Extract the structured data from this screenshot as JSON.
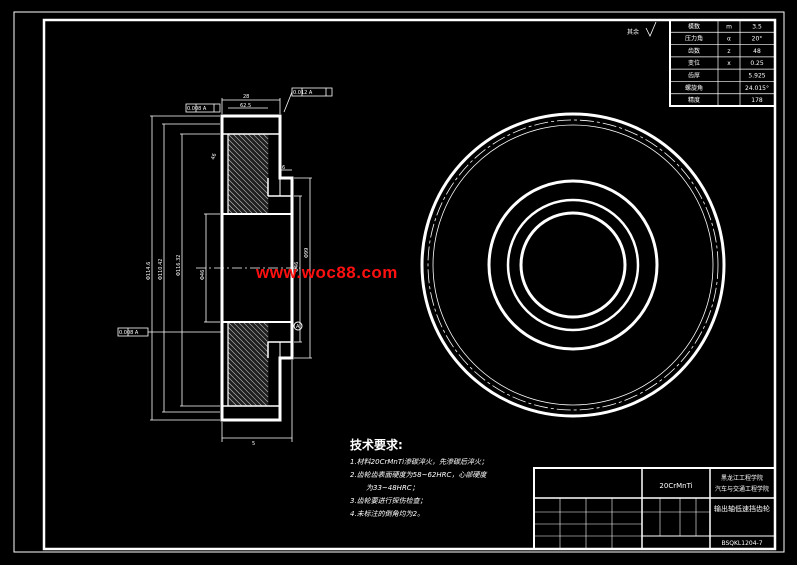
{
  "watermark": "www.woc88.com",
  "roughness_note": "其余",
  "gear_params": [
    {
      "label": "模数",
      "sym": "m",
      "val": "3.5"
    },
    {
      "label": "压力角",
      "sym": "α",
      "val": "20°"
    },
    {
      "label": "齿数",
      "sym": "z",
      "val": "48"
    },
    {
      "label": "变位",
      "sym": "x",
      "val": "0.25"
    },
    {
      "label": "齿厚",
      "sym": "",
      "val": "5.925"
    },
    {
      "label": "螺旋角",
      "sym": "",
      "val": "24.015°"
    },
    {
      "label": "精度",
      "sym": "",
      "val": "178"
    }
  ],
  "section_view": {
    "dims_text": [
      "28",
      "62.5",
      "6",
      "46",
      "5",
      "Φ114.6",
      "Φ110.42",
      "Φ116.32",
      "Φ99",
      "Φ46"
    ],
    "tol_frames": [
      "0.008 A",
      "0.012 A",
      "0.008 A"
    ],
    "datum": "A"
  },
  "tech_req": {
    "title": "技术要求:",
    "lines": [
      "1.材料20CrMnTi渗碳淬火，先渗碳后淬火；",
      "2.齿轮齿表面硬度为58~62HRC，心部硬度",
      "为33~48HRC；",
      "3.齿轮要进行探伤检查；",
      "4.未标注的倒角均为2。"
    ]
  },
  "title_block": {
    "material": "20CrMnTi",
    "school": "黑龙江工程学院",
    "dept": "汽车与交通工程学院",
    "part_name": "输出轴低速挡齿轮",
    "drawing_no": "BSQKL1204-7"
  }
}
